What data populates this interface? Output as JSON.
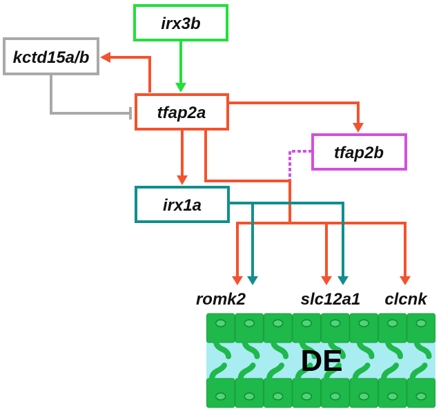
{
  "colors": {
    "tfap2a": "#f4522d",
    "irx3b": "#22e03a",
    "kctd15": "#a9a9a9",
    "tfap2b": "#d44fe0",
    "irx1a": "#138e8e",
    "cell": "#1fb84a",
    "cell_dark": "#18a03e",
    "lumen": "#a9ecf2"
  },
  "nodes": {
    "irx3b": "irx3b",
    "kctd15": "kctd15a/b",
    "tfap2a": "tfap2a",
    "tfap2b": "tfap2b",
    "irx1a": "irx1a"
  },
  "targets": [
    "romk2",
    "slc12a1",
    "clcnk"
  ],
  "segment_label": "DE",
  "edges": [
    {
      "from": "irx3b",
      "to": "tfap2a",
      "type": "activation"
    },
    {
      "from": "tfap2a",
      "to": "kctd15a/b",
      "type": "activation"
    },
    {
      "from": "kctd15a/b",
      "to": "tfap2a",
      "type": "inhibition"
    },
    {
      "from": "tfap2a",
      "to": "tfap2b",
      "type": "activation"
    },
    {
      "from": "tfap2a",
      "to": "irx1a",
      "type": "activation"
    },
    {
      "from": "tfap2a",
      "to": "romk2",
      "type": "activation"
    },
    {
      "from": "tfap2a",
      "to": "slc12a1",
      "type": "activation"
    },
    {
      "from": "tfap2a",
      "to": "clcnk",
      "type": "activation"
    },
    {
      "from": "tfap2b",
      "to": "tfap2a-targets",
      "type": "dotted"
    },
    {
      "from": "irx1a",
      "to": "romk2",
      "type": "activation"
    },
    {
      "from": "irx1a",
      "to": "slc12a1",
      "type": "activation"
    }
  ]
}
